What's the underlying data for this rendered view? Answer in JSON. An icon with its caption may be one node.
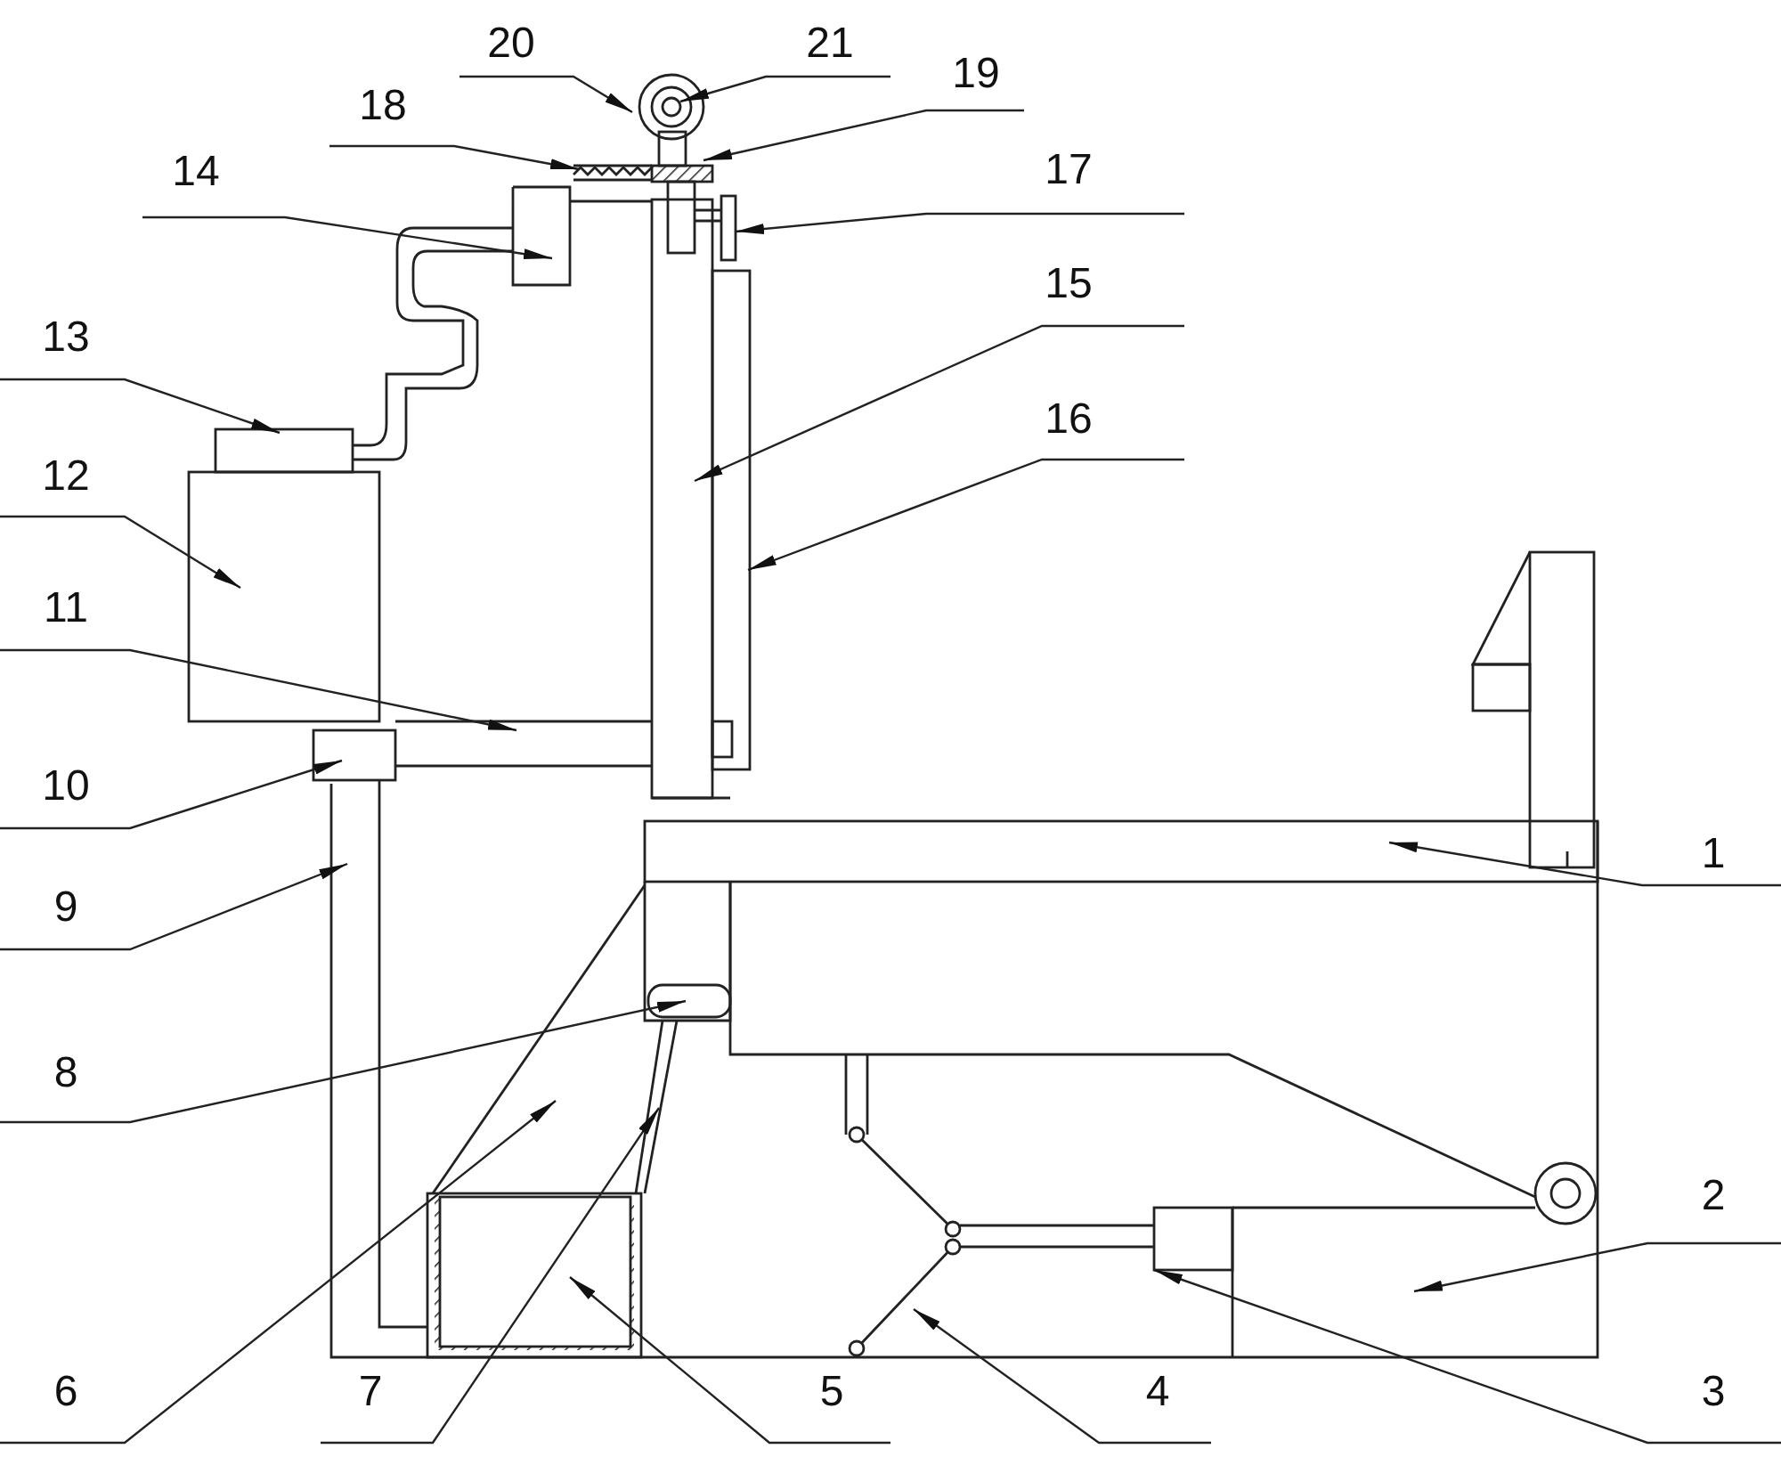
{
  "diagram": {
    "nodes": [
      {
        "text": [
          "1"
        ]
      },
      {
        "text": [
          "2"
        ]
      },
      {
        "text": [
          "3"
        ]
      },
      {
        "text": [
          "4"
        ]
      },
      {
        "text": [
          "5"
        ]
      },
      {
        "text": [
          "6"
        ]
      },
      {
        "text": [
          "7"
        ]
      },
      {
        "text": [
          "8"
        ]
      },
      {
        "text": [
          "9"
        ]
      },
      {
        "text": [
          "10"
        ]
      },
      {
        "text": [
          "11"
        ]
      },
      {
        "text": [
          "12"
        ]
      },
      {
        "text": [
          "13"
        ]
      },
      {
        "text": [
          "14"
        ]
      },
      {
        "text": [
          "15"
        ]
      },
      {
        "text": [
          "16"
        ]
      },
      {
        "text": [
          "17"
        ]
      },
      {
        "text": [
          "18"
        ]
      },
      {
        "text": [
          "19"
        ]
      },
      {
        "text": [
          "20"
        ]
      },
      {
        "text": [
          "21"
        ]
      }
    ],
    "edges": [
      {
        "from": 0,
        "to": null,
        "arrow": "to"
      },
      {
        "from": 1,
        "to": null,
        "arrow": "to"
      },
      {
        "from": 2,
        "to": null,
        "arrow": "to"
      },
      {
        "from": 3,
        "to": null,
        "arrow": "to"
      },
      {
        "from": 4,
        "to": null,
        "arrow": "to"
      },
      {
        "from": 5,
        "to": null,
        "arrow": "to"
      },
      {
        "from": 6,
        "to": null,
        "arrow": "to"
      },
      {
        "from": 7,
        "to": null,
        "arrow": "to"
      },
      {
        "from": 8,
        "to": null,
        "arrow": "to"
      },
      {
        "from": 9,
        "to": null,
        "arrow": "to"
      },
      {
        "from": 10,
        "to": null,
        "arrow": "to"
      },
      {
        "from": 11,
        "to": null,
        "arrow": "to"
      },
      {
        "from": 12,
        "to": null,
        "arrow": "to"
      },
      {
        "from": 13,
        "to": null,
        "arrow": "to"
      },
      {
        "from": 14,
        "to": null,
        "arrow": "to"
      },
      {
        "from": 15,
        "to": null,
        "arrow": "to"
      },
      {
        "from": 16,
        "to": null,
        "arrow": "to"
      },
      {
        "from": 17,
        "to": null,
        "arrow": "to"
      },
      {
        "from": 18,
        "to": null,
        "arrow": "to"
      },
      {
        "from": 19,
        "to": null,
        "arrow": "to"
      },
      {
        "from": 20,
        "to": null,
        "arrow": "to"
      }
    ]
  }
}
